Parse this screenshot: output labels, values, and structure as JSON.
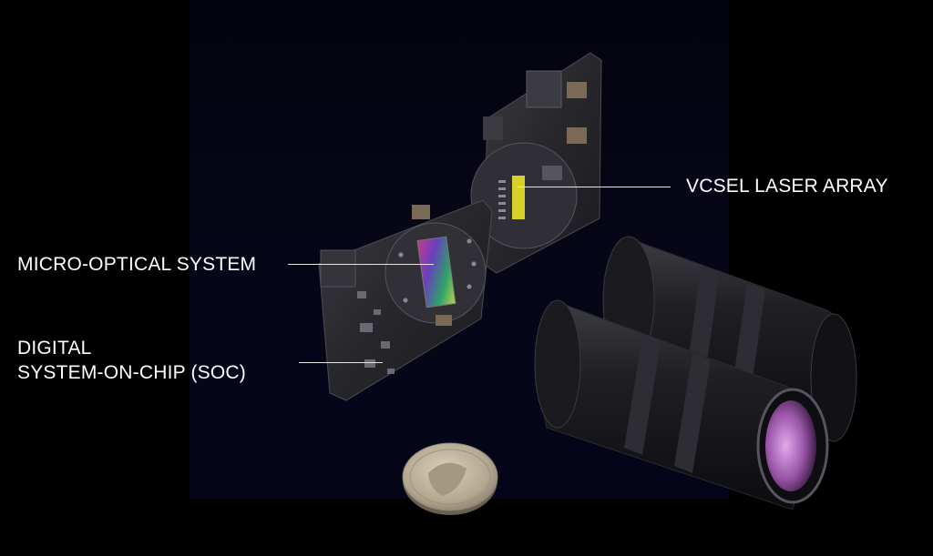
{
  "labels": {
    "vcsel": "VCSEL LASER ARRAY",
    "micro_optical": "MICRO-OPTICAL SYSTEM",
    "soc_line1": "DIGITAL",
    "soc_line2": "SYSTEM-ON-CHIP (SOC)"
  },
  "colors": {
    "background": "#000000",
    "backdrop": "#060619",
    "label_text": "#ffffff",
    "pcb": "#2b2b30",
    "lens_glass": "#c98bd6",
    "coin": "#b9ae98",
    "vcsel_chip": "#d9cf2a"
  }
}
